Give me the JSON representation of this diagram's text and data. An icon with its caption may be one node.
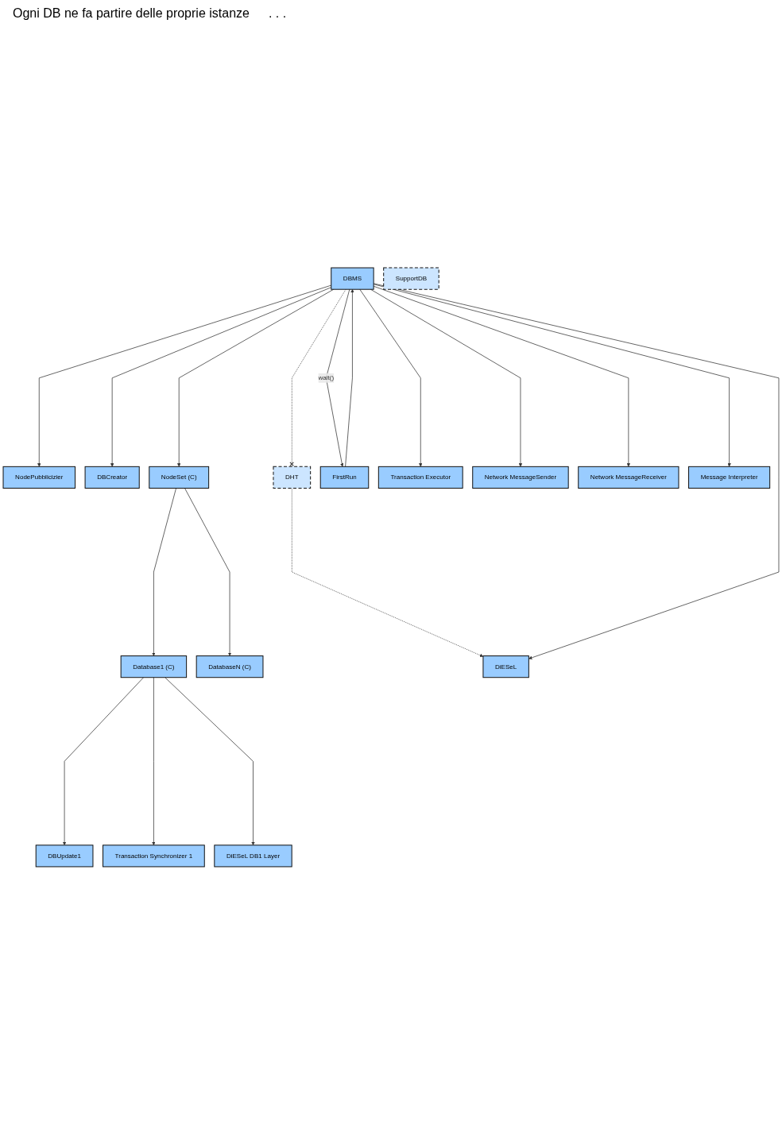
{
  "diagram": {
    "nodes": [
      {
        "text": [
          "DBUpdate1"
        ]
      },
      {
        "text": [
          "Transaction Synchronizer 1"
        ]
      },
      {
        "text": [
          "DiESeL DB1 Layer"
        ]
      },
      {
        "text": [
          "Database1 (C)"
        ]
      },
      {
        "text": [
          "DatabaseN (C)"
        ]
      },
      {
        "text": [
          "NodePubblicizier"
        ]
      },
      {
        "text": [
          "DBCreator"
        ]
      },
      {
        "text": [
          "NodeSet (C)"
        ]
      },
      {
        "text": [
          "SupportDB"
        ]
      },
      {
        "text": [
          "DHT"
        ]
      },
      {
        "text": [
          "DBMS"
        ]
      },
      {
        "text": [
          "FirstRun"
        ]
      },
      {
        "text": [
          "DiESeL"
        ]
      },
      {
        "text": [
          "Transaction Executor"
        ]
      },
      {
        "text": [
          "Network MessageSender"
        ]
      },
      {
        "text": [
          "Network MessageReceiver"
        ]
      },
      {
        "text": [
          "Message Interpreter"
        ]
      }
    ],
    "edges": [
      {
        "from": 3,
        "to": 0,
        "arrow": "to"
      },
      {
        "from": 3,
        "to": 1,
        "arrow": "to"
      },
      {
        "from": 3,
        "to": 2,
        "arrow": "to"
      },
      {
        "from": 7,
        "to": 3,
        "arrow": "to"
      },
      {
        "from": 7,
        "to": 4,
        "arrow": "to"
      },
      {
        "from": 10,
        "to": 5,
        "arrow": "to"
      },
      {
        "from": 10,
        "to": 6,
        "arrow": "to"
      },
      {
        "from": 10,
        "to": 7,
        "arrow": "to"
      },
      {
        "from": 10,
        "to": 11,
        "arrow": "to",
        "label": "wait()"
      },
      {
        "from": 11,
        "to": 10,
        "arrow": "to"
      },
      {
        "from": 10,
        "to": 9,
        "arrow": "other",
        "style": "dashed"
      },
      {
        "from": 9,
        "to": 12,
        "arrow": "to",
        "style": "dashed"
      },
      {
        "from": 10,
        "to": 12,
        "arrow": "to"
      },
      {
        "from": 10,
        "to": 13,
        "arrow": "to"
      },
      {
        "from": 10,
        "to": 14,
        "arrow": "to"
      },
      {
        "from": 10,
        "to": 15,
        "arrow": "to"
      },
      {
        "from": 10,
        "to": 16,
        "arrow": "to"
      }
    ],
    "labels": [
      "Ogni DB ne fa partire delle proprie istanze",
      ". . ."
    ]
  }
}
